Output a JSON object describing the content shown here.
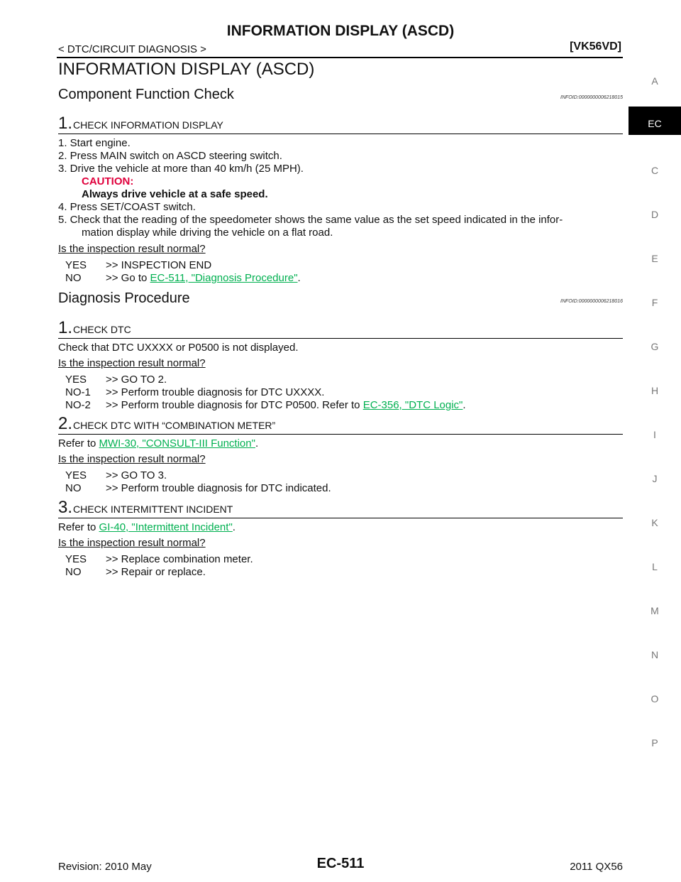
{
  "header": {
    "title": "INFORMATION DISPLAY (ASCD)",
    "breadcrumb": "< DTC/CIRCUIT DIAGNOSIS >",
    "model": "[VK56VD]"
  },
  "page_heading": "INFORMATION DISPLAY (ASCD)",
  "sections": {
    "check": {
      "title": "Component Function Check",
      "infoid": "INFOID:0000000006218015",
      "step1": {
        "num": "1.",
        "title": "CHECK INFORMATION DISPLAY"
      },
      "lines": [
        "1.  Start engine.",
        "2.  Press MAIN switch on ASCD steering switch.",
        "3.  Drive the vehicle at more than 40 km/h (25 MPH).",
        "CAUTION:",
        "Always drive vehicle at a safe speed.",
        "4.  Press SET/COAST switch.",
        "5.  Check that the reading of the speedometer shows the same value as the set speed indicated in the infor-",
        "mation display while driving the vehicle on a flat road."
      ],
      "question": "Is the inspection result normal?",
      "yes_key": "YES",
      "yes_val": ">> INSPECTION END",
      "no_key": "NO",
      "no_prefix": ">> Go to ",
      "no_link": "EC-511, \"Diagnosis Procedure\"",
      "no_suffix": "."
    },
    "diag": {
      "title": "Diagnosis Procedure",
      "infoid": "INFOID:0000000006218016",
      "step1": {
        "num": "1.",
        "title": "CHECK DTC"
      },
      "s1_text": "Check that DTC UXXXX or P0500 is not displayed.",
      "s1_q": "Is the inspection result normal?",
      "s1_yes_k": "YES",
      "s1_yes_v": ">> GO TO 2.",
      "s1_no1_k": "NO-1",
      "s1_no1_v": ">> Perform trouble diagnosis for DTC UXXXX.",
      "s1_no2_k": "NO-2",
      "s1_no2_v": ">> Perform trouble diagnosis for DTC P0500. Refer to ",
      "s1_no2_link": "EC-356, \"DTC Logic\"",
      "s1_no2_suffix": ".",
      "step2": {
        "num": "2.",
        "title": "CHECK DTC WITH “COMBINATION METER”"
      },
      "s2_prefix": "Refer to ",
      "s2_link": "MWI-30, \"CONSULT-III Function\"",
      "s2_suffix": ".",
      "s2_q": "Is the inspection result normal?",
      "s2_yes_k": "YES",
      "s2_yes_v": ">> GO TO 3.",
      "s2_no_k": "NO",
      "s2_no_v": ">> Perform trouble diagnosis for DTC indicated.",
      "step3": {
        "num": "3.",
        "title": "CHECK INTERMITTENT INCIDENT"
      },
      "s3_prefix": "Refer to ",
      "s3_link": "GI-40, \"Intermittent Incident\"",
      "s3_suffix": ".",
      "s3_q": "Is the inspection result normal?",
      "s3_yes_k": "YES",
      "s3_yes_v": ">> Replace combination meter.",
      "s3_no_k": "NO",
      "s3_no_v": ">> Repair or replace."
    }
  },
  "tabs": [
    "A",
    "EC",
    "C",
    "D",
    "E",
    "F",
    "G",
    "H",
    "I",
    "J",
    "K",
    "L",
    "M",
    "N",
    "O",
    "P"
  ],
  "footer": {
    "revision": "Revision: 2010 May",
    "page": "EC-511",
    "model": "2011 QX56"
  },
  "colors": {
    "link": "#00b050",
    "caution": "#e0003c"
  }
}
